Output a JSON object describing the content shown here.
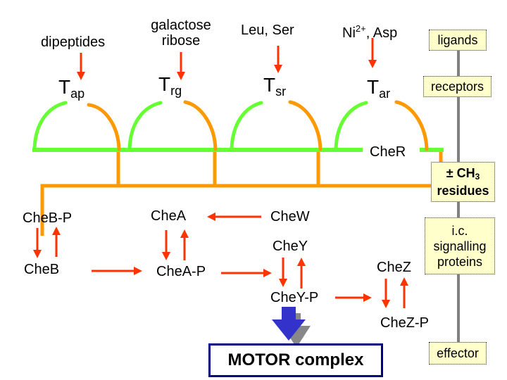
{
  "ligands": {
    "tap": "dipeptides",
    "trg_line1": "galactose",
    "trg_line2": "ribose",
    "tsr": "Leu, Ser",
    "tar_ion": "Ni",
    "tar_ion_sup": "2+",
    "tar_rest": ", Asp"
  },
  "receptors": [
    {
      "main": "T",
      "sub": "ap"
    },
    {
      "main": "T",
      "sub": "rg"
    },
    {
      "main": "T",
      "sub": "sr"
    },
    {
      "main": "T",
      "sub": "ar"
    }
  ],
  "proteins": {
    "cher": "CheR",
    "chebp": "CheB-P",
    "cheb": "CheB",
    "chea": "CheA",
    "cheap": "CheA-P",
    "chew": "CheW",
    "chey": "CheY",
    "cheyp": "CheY-P",
    "chez": "CheZ",
    "chezp": "CheZ-P"
  },
  "motor": "MOTOR complex",
  "side_labels": {
    "ligands": "ligands",
    "receptors": "receptors",
    "methyl_prefix": "± CH",
    "methyl_sub": "3",
    "methyl_line2": "residues",
    "ic_line1": "i.c.",
    "ic_line2": "signalling",
    "ic_line3": "proteins",
    "effector": "effector"
  },
  "colors": {
    "arrow": "#ff3300",
    "membrane": "#66ff33",
    "signal": "#ff9900",
    "motor_arrow": "#3333cc",
    "box_border": "#000080",
    "side_fill": "#ffffcc"
  }
}
